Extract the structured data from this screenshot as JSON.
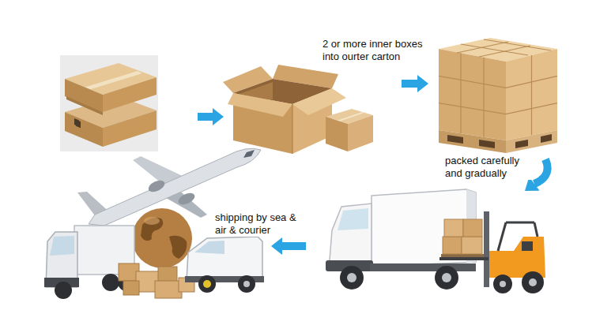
{
  "diagram": {
    "nodes": [
      {
        "text": []
      },
      {
        "text": []
      },
      {
        "text": []
      },
      {
        "text": []
      },
      {
        "text": []
      }
    ],
    "edges": [
      {
        "from": 0,
        "to": 1,
        "arrow": "to"
      },
      {
        "from": 1,
        "to": 2,
        "arrow": "to",
        "label": "2 or more inner boxes into ourter carton"
      },
      {
        "from": 2,
        "to": 3,
        "arrow": "to",
        "label": "packed carefully and gradually"
      },
      {
        "from": 3,
        "to": 4,
        "arrow": "to",
        "label": "shipping by sea & air & courier"
      }
    ]
  }
}
